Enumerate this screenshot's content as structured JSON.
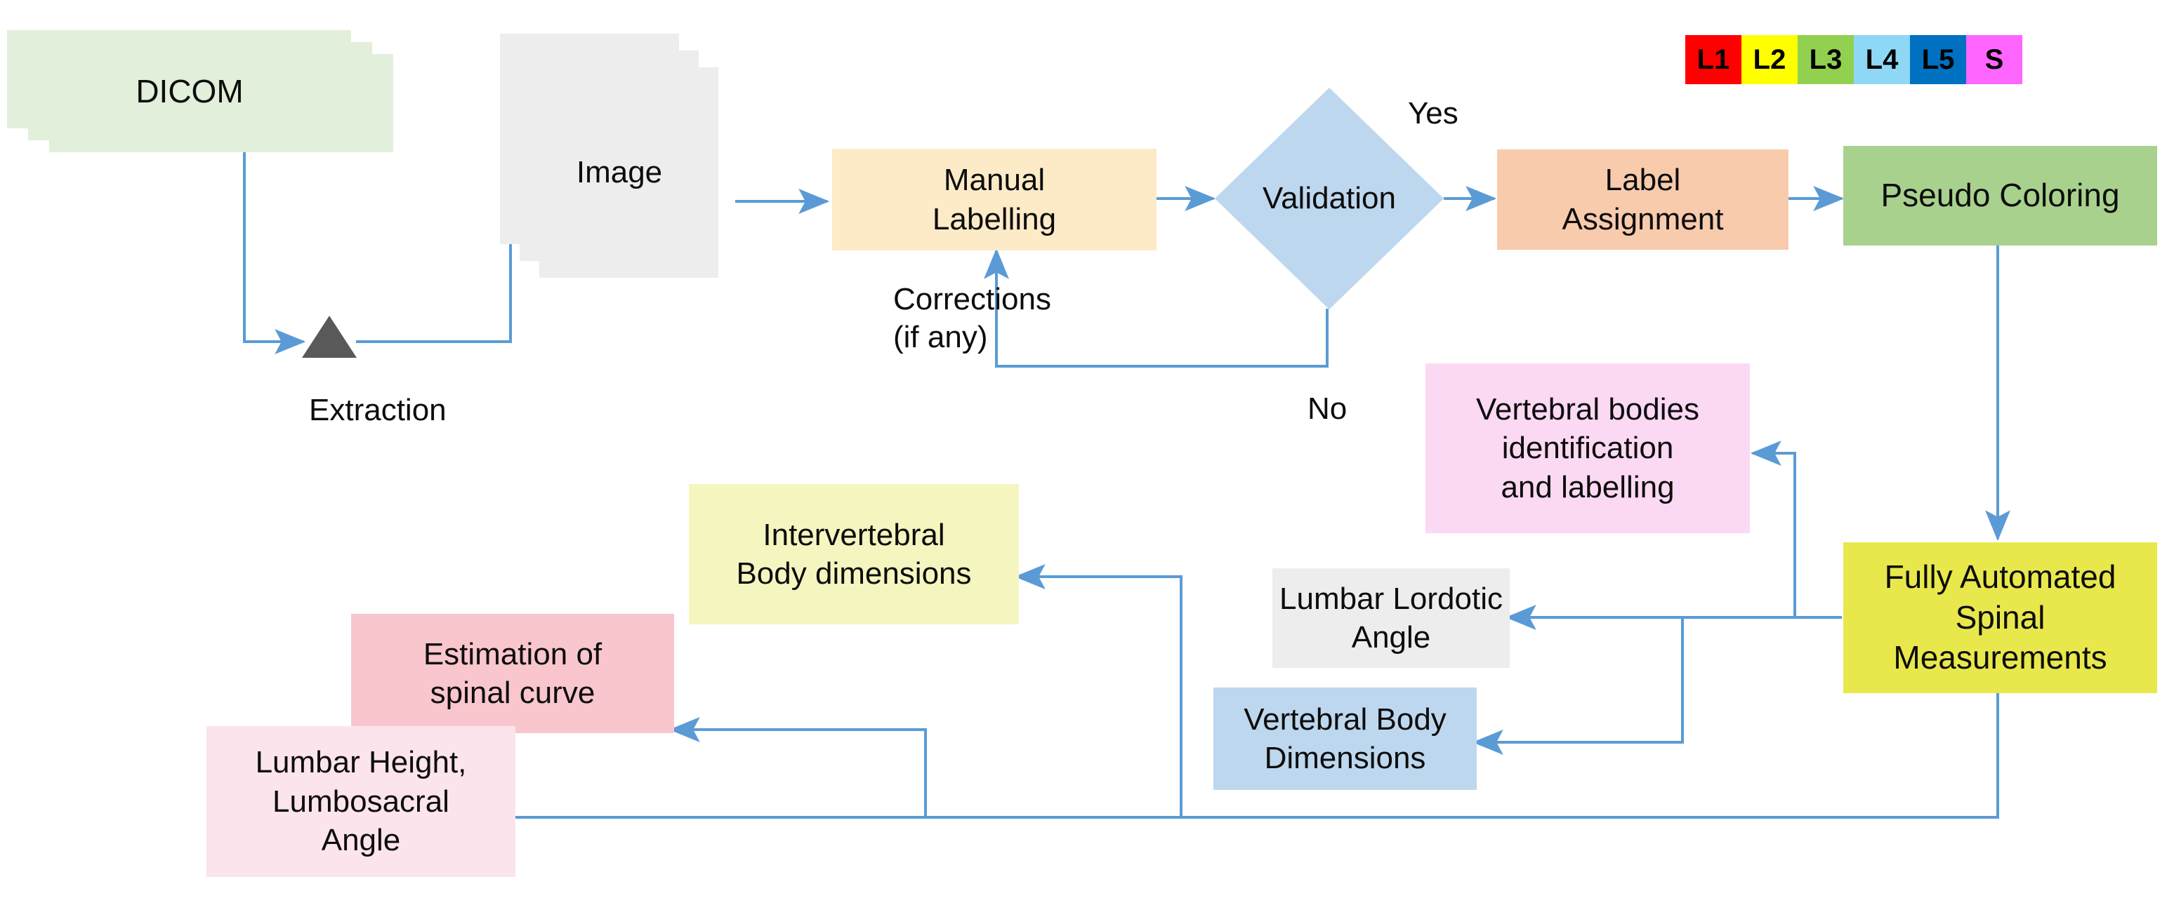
{
  "diagram": {
    "title": "Spinal measurement pipeline flowchart",
    "colors": {
      "arrow": "#5b9bd5",
      "dicom_fill": "#e2efda",
      "image_fill": "#ededed",
      "manual_labelling_fill": "#fdebc8",
      "validation_fill": "#bdd7ee",
      "label_assignment_fill": "#f8cbad",
      "pseudo_coloring_fill": "#a9d18e",
      "spinal_measurements_fill": "#e8e84d",
      "vertebral_bodies_fill": "#fbd9f3",
      "lumbar_lordotic_fill": "#ededed",
      "vertebral_body_dim_fill": "#bdd7ee",
      "intervertebral_fill": "#f5f5c0",
      "estimation_fill": "#f9c6ce",
      "lumbar_height_fill": "#fce4ec",
      "extraction_fill": "#595959",
      "text": "#0d0d0d"
    },
    "nodes": {
      "dicom": {
        "label": "DICOM",
        "shape": "document-stack"
      },
      "extraction": {
        "label": "Extraction",
        "shape": "triangle"
      },
      "image": {
        "label": "Image",
        "shape": "document-stack"
      },
      "manual_labelling": {
        "label": "Manual\nLabelling",
        "shape": "rect"
      },
      "validation": {
        "label": "Validation",
        "shape": "diamond"
      },
      "label_assignment": {
        "label": "Label\nAssignment",
        "shape": "rect"
      },
      "pseudo_coloring": {
        "label": "Pseudo Coloring",
        "shape": "rect"
      },
      "spinal_measurements": {
        "label": "Fully Automated\nSpinal\nMeasurements",
        "shape": "rect"
      },
      "vertebral_bodies": {
        "label": "Vertebral bodies\nidentification\nand labelling",
        "shape": "rect"
      },
      "lumbar_lordotic_angle": {
        "label": "Lumbar Lordotic\nAngle",
        "shape": "rect"
      },
      "vertebral_body_dimensions": {
        "label": "Vertebral Body\nDimensions",
        "shape": "rect"
      },
      "intervertebral_body_dimensions": {
        "label": "Intervertebral\nBody dimensions",
        "shape": "rect"
      },
      "estimation_spinal_curve": {
        "label": "Estimation of\nspinal curve",
        "shape": "rect"
      },
      "lumbar_height_lumbosacral_angle": {
        "label": "Lumbar Height,\nLumbosacral\nAngle",
        "shape": "rect"
      }
    },
    "edge_labels": {
      "yes": "Yes",
      "no": "No",
      "corrections": "Corrections\n(if any)",
      "extraction": "Extraction"
    }
  },
  "legend": {
    "name": "vertebra-color-legend",
    "items": [
      {
        "label": "L1",
        "color": "#ff0000"
      },
      {
        "label": "L2",
        "color": "#ffff00"
      },
      {
        "label": "L3",
        "color": "#92d050"
      },
      {
        "label": "L4",
        "color": "#8fd8f5"
      },
      {
        "label": "L5",
        "color": "#0070c0"
      },
      {
        "label": "S",
        "color": "#ff66ff"
      }
    ]
  }
}
